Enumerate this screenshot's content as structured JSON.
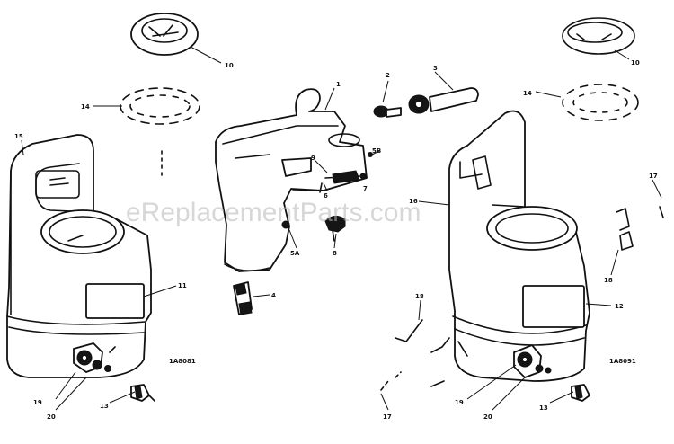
{
  "watermark": "eReplacementParts.com",
  "callouts": {
    "c1": "1",
    "c2": "2",
    "c3": "3",
    "c4": "4",
    "c5a": "5A",
    "c5b": "5B",
    "c6": "6",
    "c7": "7",
    "c8": "8",
    "c9": "9",
    "c10_left": "10",
    "c10_right": "10",
    "c11": "11",
    "c12": "12",
    "c13_left": "13",
    "c13_right": "13",
    "c14_left": "14",
    "c14_right": "14",
    "c15": "15",
    "c16": "16",
    "c17_top": "17",
    "c17_bottom": "17",
    "c18_mid": "18",
    "c18_right": "18",
    "c19_left": "19",
    "c19_right": "19",
    "c20_left": "20",
    "c20_right": "20"
  },
  "figure_codes": {
    "left": "1A8081",
    "right": "1A8091"
  },
  "colors": {
    "ink": "#111111",
    "paper": "#ffffff",
    "watermark": "#b8b8b8"
  }
}
